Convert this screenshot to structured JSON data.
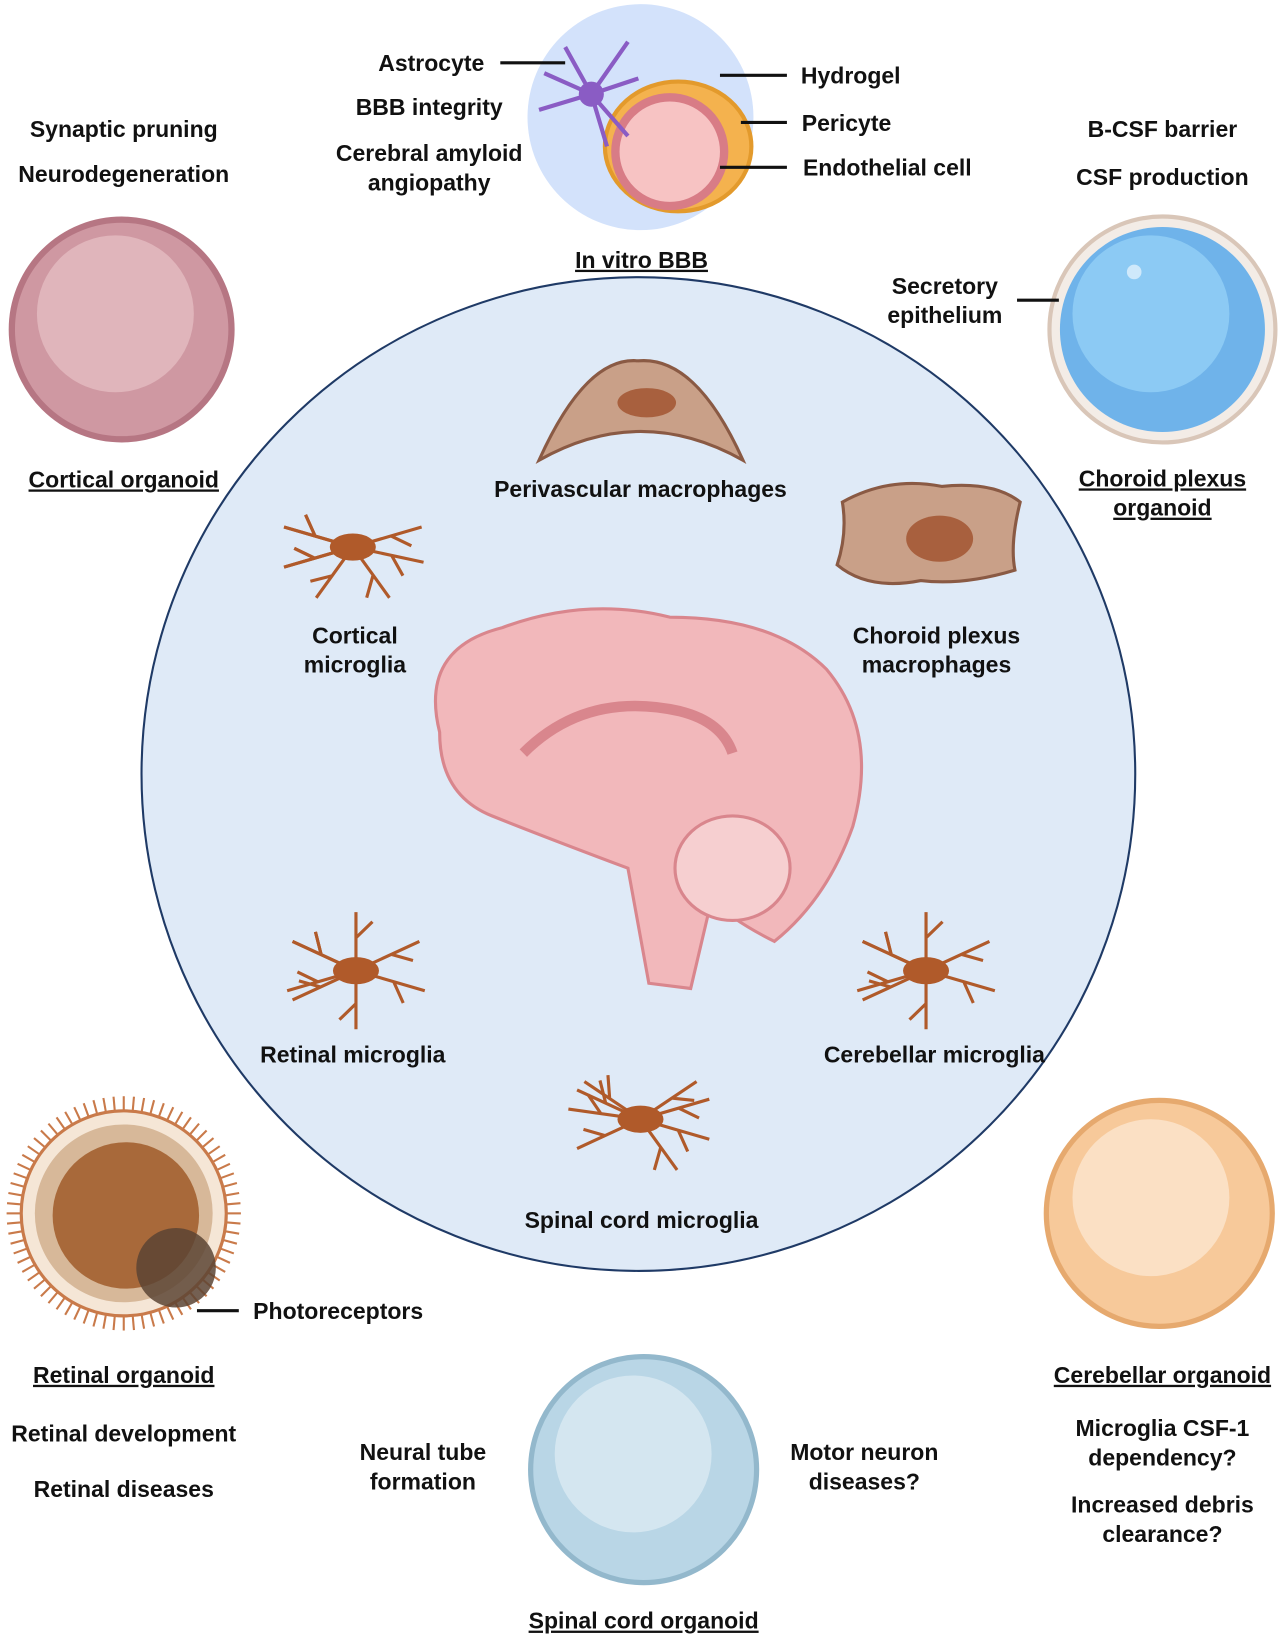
{
  "colors": {
    "circle_fill": "#dfeaf7",
    "circle_stroke": "#1f3a66",
    "microglia": "#b05a2a",
    "macrophage": "#c9a088",
    "cortical": "#cf98a2",
    "choroid": "#6fb3ea",
    "retinal": "#a8693a",
    "cerebellar": "#f7c99a",
    "spinal": "#b9d6e6",
    "brain": "#f2b8bb"
  },
  "bbb": {
    "title": "In vitro BBB",
    "astrocyte": "Astrocyte",
    "bbb_integrity": "BBB integrity",
    "caa_1": "Cerebral amyloid",
    "caa_2": "angiopathy",
    "hydrogel": "Hydrogel",
    "pericyte": "Pericyte",
    "endothelial": "Endothelial cell"
  },
  "cortical_organoid": {
    "title": "Cortical organoid",
    "use_1": "Synaptic pruning",
    "use_2": "Neurodegeneration"
  },
  "choroid_organoid": {
    "title_1": "Choroid plexus",
    "title_2": "organoid",
    "use_1": "B-CSF barrier",
    "use_2": "CSF production",
    "epithelium_1": "Secretory",
    "epithelium_2": "epithelium"
  },
  "center": {
    "perivascular": "Perivascular macrophages",
    "cortical_microglia_1": "Cortical",
    "cortical_microglia_2": "microglia",
    "choroid_macrophages_1": "Choroid plexus",
    "choroid_macrophages_2": "macrophages",
    "retinal_microglia": "Retinal microglia",
    "cerebellar_microglia": "Cerebellar microglia",
    "spinal_microglia": "Spinal cord microglia"
  },
  "retinal_organoid": {
    "title": "Retinal organoid",
    "photoreceptors": "Photoreceptors",
    "use_1": "Retinal development",
    "use_2": "Retinal diseases"
  },
  "spinal_organoid": {
    "title": "Spinal cord organoid",
    "left_1": "Neural tube",
    "left_2": "formation",
    "right_1": "Motor neuron",
    "right_2": "diseases?"
  },
  "cerebellar_organoid": {
    "title": "Cerebellar organoid",
    "q1_1": "Microglia CSF-1",
    "q1_2": "dependency?",
    "q2_1": "Increased debris",
    "q2_2": "clearance?"
  }
}
